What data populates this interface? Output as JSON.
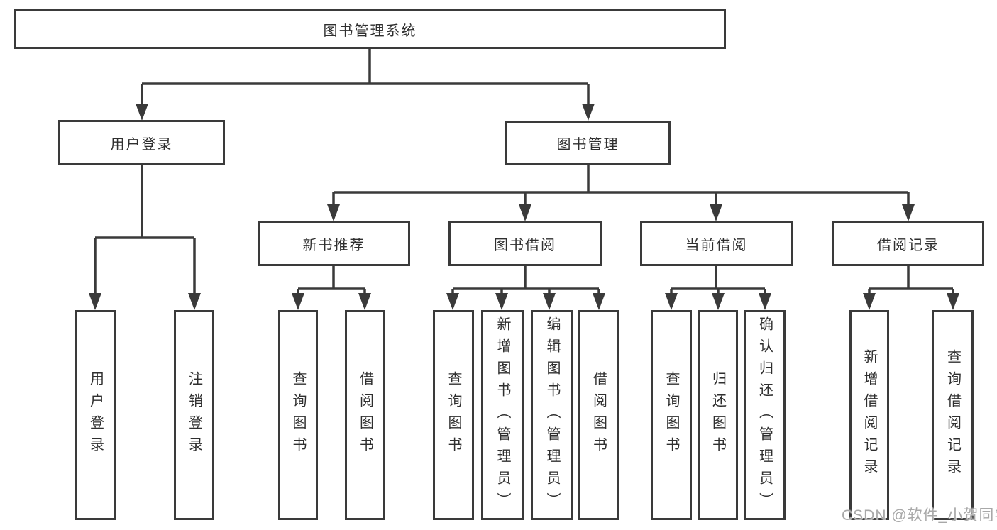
{
  "tree": {
    "label": "图书管理系统",
    "children": [
      {
        "label": "用户登录",
        "children": [
          {
            "label": "用户登录"
          },
          {
            "label": "注销登录"
          }
        ]
      },
      {
        "label": "图书管理",
        "children": [
          {
            "label": "新书推荐",
            "children": [
              {
                "label": "查询图书"
              },
              {
                "label": "借阅图书"
              }
            ]
          },
          {
            "label": "图书借阅",
            "children": [
              {
                "label": "查询图书"
              },
              {
                "label": "新增图书（管理员）"
              },
              {
                "label": "编辑图书（管理员）"
              },
              {
                "label": "借阅图书"
              }
            ]
          },
          {
            "label": "当前借阅",
            "children": [
              {
                "label": "查询图书"
              },
              {
                "label": "归还图书"
              },
              {
                "label": "确认归还（管理员）"
              }
            ]
          },
          {
            "label": "借阅记录",
            "children": [
              {
                "label": "新增借阅记录"
              },
              {
                "label": "查询借阅记录"
              }
            ]
          }
        ]
      }
    ]
  },
  "watermark": {
    "text": "CSDN @软件_小贺同学"
  },
  "colors": {
    "line": "#3a3a3a",
    "text": "#2f2f2f",
    "watermark": "#a8a8a8",
    "background": "#ffffff"
  }
}
